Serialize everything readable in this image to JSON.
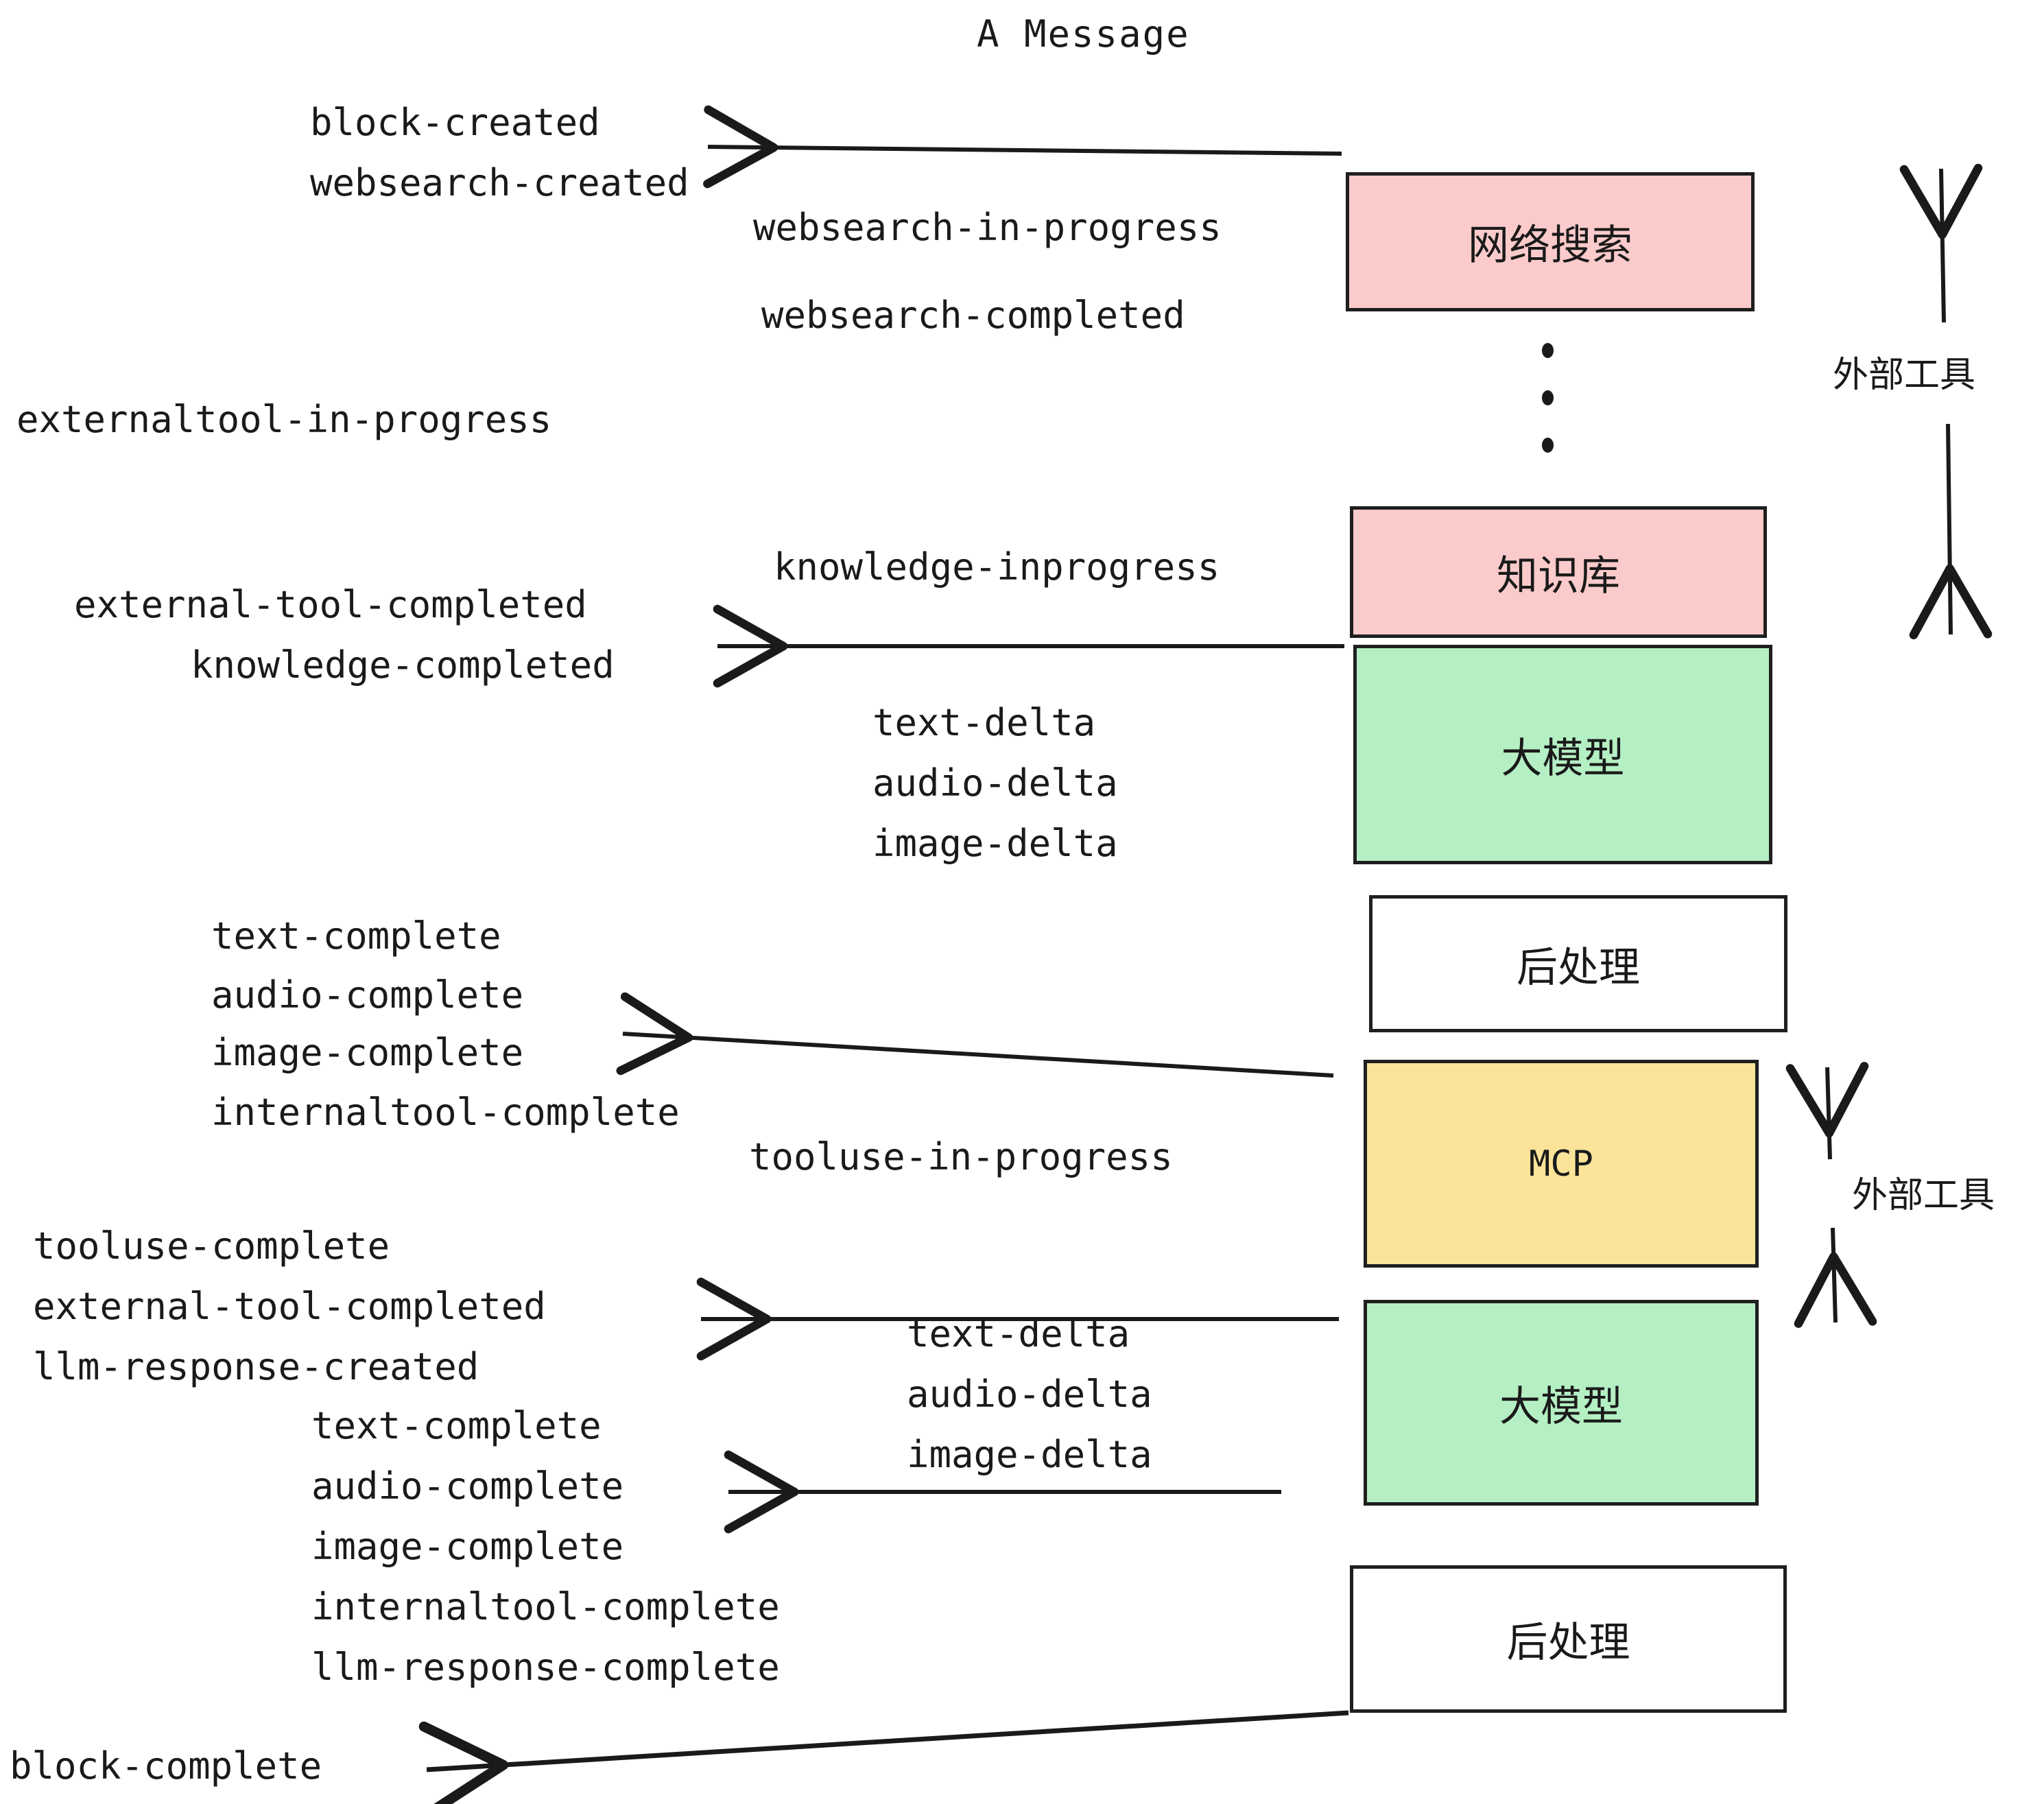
{
  "title": "A Message",
  "colors": {
    "pink": "#FBCBCB",
    "green": "#B5EFC4",
    "yellow": "#FBE49A",
    "white": "#FFFFFF",
    "stroke": "#1F1F1F",
    "text": "#1A1A1A"
  },
  "nodes": [
    {
      "id": "websearch",
      "label": "网络搜索",
      "fill": "#FBCBCB"
    },
    {
      "id": "knowledge",
      "label": "知识库",
      "fill": "#FBCBCB"
    },
    {
      "id": "llm-top",
      "label": "大模型",
      "fill": "#B5EFC4"
    },
    {
      "id": "postprocess-top",
      "label": "后处理",
      "fill": "#FFFFFF"
    },
    {
      "id": "mcp",
      "label": "MCP",
      "fill": "#FBE49A"
    },
    {
      "id": "llm-bottom",
      "label": "大模型",
      "fill": "#B5EFC4"
    },
    {
      "id": "postprocess-bottom",
      "label": "后处理",
      "fill": "#FFFFFF"
    }
  ],
  "group_labels": [
    {
      "id": "external-tool-top",
      "label": "外部工具"
    },
    {
      "id": "external-tool-bottom",
      "label": "外部工具"
    }
  ],
  "events": [
    {
      "id": "block-created",
      "text": "block-created"
    },
    {
      "id": "websearch-created",
      "text": "websearch-created"
    },
    {
      "id": "websearch-in-progress",
      "text": "websearch-in-progress"
    },
    {
      "id": "websearch-completed",
      "text": "websearch-completed"
    },
    {
      "id": "externaltool-in-progress",
      "text": "externaltool-in-progress"
    },
    {
      "id": "knowledge-inprogress",
      "text": "knowledge-inprogress"
    },
    {
      "id": "external-tool-completed-1",
      "text": "external-tool-completed"
    },
    {
      "id": "knowledge-completed",
      "text": "knowledge-completed"
    },
    {
      "id": "text-delta-1",
      "text": "text-delta"
    },
    {
      "id": "audio-delta-1",
      "text": "audio-delta"
    },
    {
      "id": "image-delta-1",
      "text": "image-delta"
    },
    {
      "id": "text-complete-1",
      "text": "text-complete"
    },
    {
      "id": "audio-complete-1",
      "text": "audio-complete"
    },
    {
      "id": "image-complete-1",
      "text": "image-complete"
    },
    {
      "id": "internaltool-complete-1",
      "text": "internaltool-complete"
    },
    {
      "id": "tooluse-in-progress",
      "text": "tooluse-in-progress"
    },
    {
      "id": "tooluse-complete",
      "text": "tooluse-complete"
    },
    {
      "id": "external-tool-completed-2",
      "text": "external-tool-completed"
    },
    {
      "id": "llm-response-created",
      "text": "llm-response-created"
    },
    {
      "id": "text-delta-2",
      "text": "text-delta"
    },
    {
      "id": "audio-delta-2",
      "text": "audio-delta"
    },
    {
      "id": "image-delta-2",
      "text": "image-delta"
    },
    {
      "id": "text-complete-2",
      "text": "text-complete"
    },
    {
      "id": "audio-complete-2",
      "text": "audio-complete"
    },
    {
      "id": "image-complete-2",
      "text": "image-complete"
    },
    {
      "id": "internaltool-complete-2",
      "text": "internaltool-complete"
    },
    {
      "id": "llm-response-complete",
      "text": "llm-response-complete"
    },
    {
      "id": "block-complete",
      "text": "block-complete"
    }
  ]
}
